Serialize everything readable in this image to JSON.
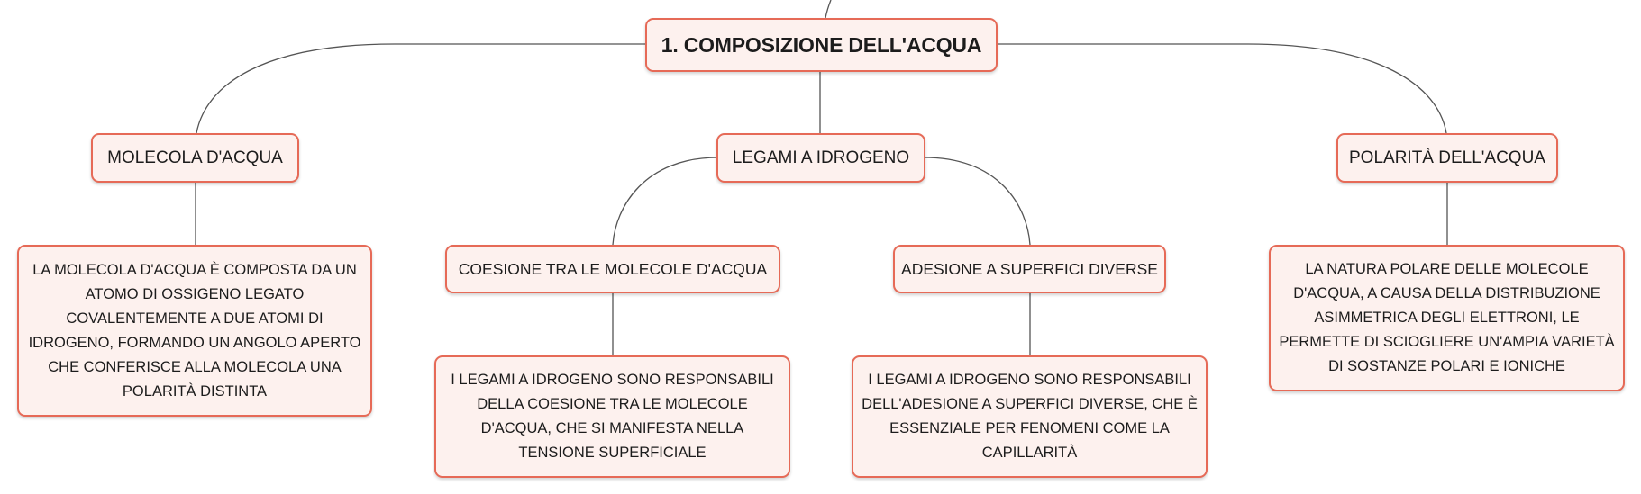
{
  "diagram": {
    "type": "mind-map",
    "root": {
      "label": "1. COMPOSIZIONE DELL'ACQUA"
    },
    "branches": [
      {
        "label": "MOLECOLA D'ACQUA",
        "description": "LA MOLECOLA D'ACQUA È COMPOSTA DA UN ATOMO DI OSSIGENO LEGATO COVALENTEMENTE A DUE ATOMI DI IDROGENO, FORMANDO UN ANGOLO APERTO CHE CONFERISCE ALLA MOLECOLA UNA POLARITÀ DISTINTA"
      },
      {
        "label": "LEGAMI A IDROGENO",
        "children": [
          {
            "label": "COESIONE TRA LE MOLECOLE D'ACQUA",
            "description": "I LEGAMI A IDROGENO SONO RESPONSABILI DELLA COESIONE TRA LE MOLECOLE D'ACQUA, CHE SI MANIFESTA NELLA TENSIONE SUPERFICIALE"
          },
          {
            "label": "ADESIONE A SUPERFICI DIVERSE",
            "description": "I LEGAMI A IDROGENO SONO RESPONSABILI DELL'ADESIONE A SUPERFICI DIVERSE, CHE È ESSENZIALE PER FENOMENI COME LA CAPILLARITÀ"
          }
        ]
      },
      {
        "label": "POLARITÀ DELL'ACQUA",
        "description": "LA NATURA POLARE DELLE MOLECOLE D'ACQUA, A CAUSA DELLA DISTRIBUZIONE ASIMMETRICA DEGLI ELETTRONI, LE PERMETTE DI SCIOGLIERE UN'AMPIA VARIETÀ DI SOSTANZE POLARI E IONICHE"
      }
    ]
  },
  "colors": {
    "node_border": "#e66a57",
    "node_fill": "#fdf1ee",
    "connector": "#555555",
    "text": "#1c1c1c"
  }
}
